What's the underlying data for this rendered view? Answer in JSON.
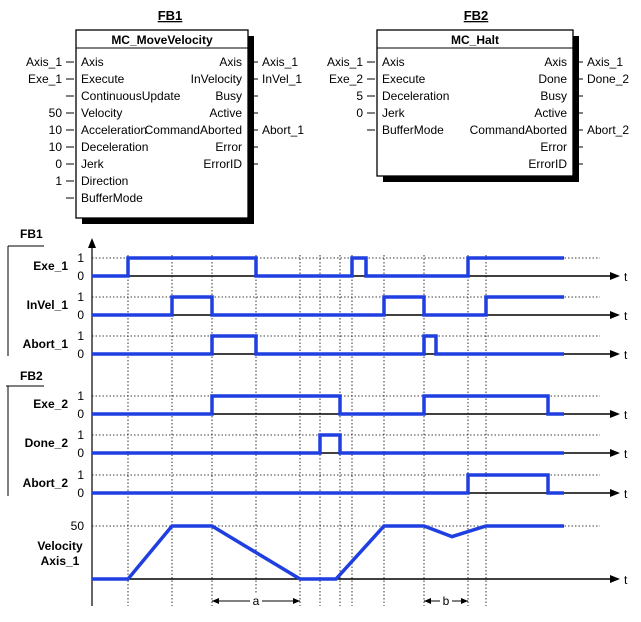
{
  "fb1": {
    "title": "FB1",
    "type": "MC_MoveVelocity",
    "inputs": [
      {
        "label": "Axis",
        "value": "Axis_1"
      },
      {
        "label": "Execute",
        "value": "Exe_1"
      },
      {
        "label": "ContinuousUpdate",
        "value": ""
      },
      {
        "label": "Velocity",
        "value": "50"
      },
      {
        "label": "Acceleration",
        "value": "10"
      },
      {
        "label": "Deceleration",
        "value": "10"
      },
      {
        "label": "Jerk",
        "value": "0"
      },
      {
        "label": "Direction",
        "value": "1"
      },
      {
        "label": "BufferMode",
        "value": ""
      }
    ],
    "outputs": [
      {
        "label": "Axis",
        "value": "Axis_1"
      },
      {
        "label": "InVelocity",
        "value": "InVel_1"
      },
      {
        "label": "Busy",
        "value": ""
      },
      {
        "label": "Active",
        "value": ""
      },
      {
        "label": "CommandAborted",
        "value": "Abort_1"
      },
      {
        "label": "Error",
        "value": ""
      },
      {
        "label": "ErrorID",
        "value": ""
      }
    ]
  },
  "fb2": {
    "title": "FB2",
    "type": "MC_Halt",
    "inputs": [
      {
        "label": "Axis",
        "value": "Axis_1"
      },
      {
        "label": "Execute",
        "value": "Exe_2"
      },
      {
        "label": "Deceleration",
        "value": "5"
      },
      {
        "label": "Jerk",
        "value": "0"
      },
      {
        "label": "BufferMode",
        "value": ""
      }
    ],
    "outputs": [
      {
        "label": "Axis",
        "value": "Axis_1"
      },
      {
        "label": "Done",
        "value": "Done_2"
      },
      {
        "label": "Busy",
        "value": ""
      },
      {
        "label": "Active",
        "value": ""
      },
      {
        "label": "CommandAborted",
        "value": "Abort_2"
      },
      {
        "label": "Error",
        "value": ""
      },
      {
        "label": "ErrorID",
        "value": ""
      }
    ]
  },
  "timing": {
    "sections": [
      "FB1",
      "FB2"
    ],
    "time_label": "t",
    "level_high": "1",
    "level_low": "0",
    "signals": [
      {
        "name": "Exe_1",
        "section": 0,
        "segments": [
          [
            0,
            0
          ],
          [
            0.9,
            1
          ],
          [
            4.1,
            0
          ],
          [
            6.5,
            1
          ],
          [
            6.85,
            0
          ],
          [
            9.4,
            1
          ],
          [
            11.8,
            1
          ]
        ]
      },
      {
        "name": "InVel_1",
        "section": 0,
        "segments": [
          [
            0,
            0
          ],
          [
            2.0,
            1
          ],
          [
            3.0,
            0
          ],
          [
            7.3,
            1
          ],
          [
            8.3,
            0
          ],
          [
            8.9,
            0
          ],
          [
            9.85,
            1
          ],
          [
            11.8,
            1
          ]
        ]
      },
      {
        "name": "Abort_1",
        "section": 0,
        "segments": [
          [
            0,
            0
          ],
          [
            3.0,
            1
          ],
          [
            4.1,
            0
          ],
          [
            8.3,
            1
          ],
          [
            8.6,
            0
          ],
          [
            11.8,
            0
          ]
        ]
      },
      {
        "name": "Exe_2",
        "section": 1,
        "segments": [
          [
            0,
            0
          ],
          [
            3.0,
            1
          ],
          [
            6.2,
            0
          ],
          [
            8.3,
            1
          ],
          [
            11.4,
            0
          ],
          [
            11.8,
            0
          ]
        ]
      },
      {
        "name": "Done_2",
        "section": 1,
        "segments": [
          [
            0,
            0
          ],
          [
            5.7,
            1
          ],
          [
            6.2,
            0
          ],
          [
            11.8,
            0
          ]
        ]
      },
      {
        "name": "Abort_2",
        "section": 1,
        "segments": [
          [
            0,
            0
          ],
          [
            9.4,
            1
          ],
          [
            11.4,
            0
          ],
          [
            11.8,
            0
          ]
        ]
      }
    ],
    "velocity": {
      "name": "Velocity\nAxis_1",
      "name_lines": [
        "Velocity",
        "Axis_1"
      ],
      "tick_label": "50",
      "max": 50,
      "points": [
        [
          0,
          0
        ],
        [
          0.9,
          0
        ],
        [
          2.0,
          50
        ],
        [
          3.0,
          50
        ],
        [
          5.2,
          0
        ],
        [
          6.1,
          0
        ],
        [
          7.3,
          50
        ],
        [
          8.3,
          50
        ],
        [
          9.0,
          40
        ],
        [
          9.85,
          50
        ],
        [
          11.8,
          50
        ]
      ]
    },
    "guide_times": [
      0.9,
      2.0,
      3.0,
      4.1,
      5.2,
      5.7,
      6.2,
      6.5,
      7.3,
      8.3,
      9.4,
      9.85
    ],
    "intervals": [
      {
        "label": "a",
        "from": 3.0,
        "to": 5.2
      },
      {
        "label": "b",
        "from": 8.3,
        "to": 9.4
      }
    ]
  }
}
